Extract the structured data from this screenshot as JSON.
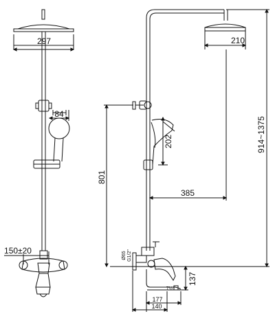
{
  "drawing": {
    "dimensions": {
      "head_front_width": "297",
      "head_side_width": "210",
      "hand_shower_diameter": "84",
      "hand_shower_length": "202",
      "arm_reach": "385",
      "height_range": "914~1375",
      "slide_bar_height": "801",
      "inlet_spacing": "150±20",
      "spout_height": "137",
      "spout_projection": "177",
      "inlet_projection": "140",
      "inlet_diameter": "Ø65",
      "thread_spec": "G1/2\"",
      "small_angle": "7½°"
    }
  }
}
